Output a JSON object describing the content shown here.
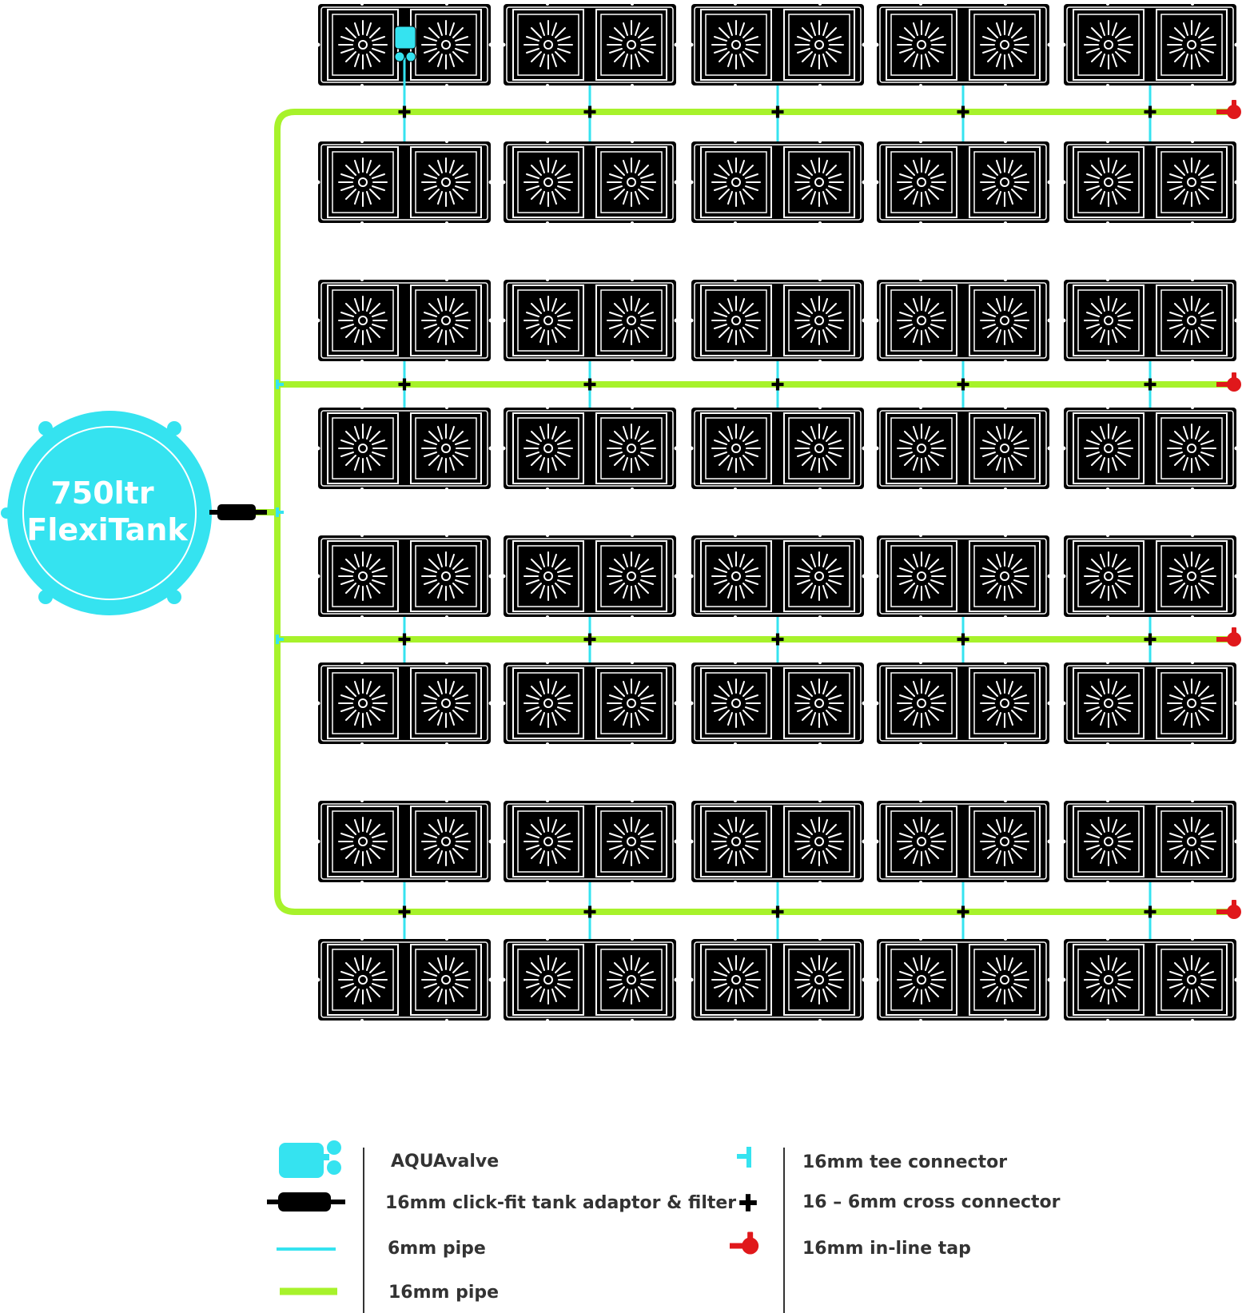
{
  "tank": {
    "label_line1": "750ltr",
    "label_line2": "FlexiTank"
  },
  "layout": {
    "pot_rows": 8,
    "pot_cols": 5,
    "branch_lines": 4
  },
  "colors": {
    "pipe_16mm": "#a7f22b",
    "pipe_6mm": "#35e3f0",
    "tank": "#35e3f0",
    "tap": "#e0181b",
    "connector": "#000000",
    "pot": "#000000"
  },
  "legend": [
    {
      "icon": "aquavalve-icon",
      "label": "AQUAvalve"
    },
    {
      "icon": "tank-adaptor-filter-icon",
      "label": "16mm click-fit tank adaptor & filter"
    },
    {
      "icon": "pipe-6mm-icon",
      "label": "6mm pipe"
    },
    {
      "icon": "pipe-16mm-icon",
      "label": "16mm pipe"
    },
    {
      "icon": "tee-connector-icon",
      "label": "16mm tee connector"
    },
    {
      "icon": "cross-connector-icon",
      "label": "16 – 6mm cross connector"
    },
    {
      "icon": "inline-tap-icon",
      "label": "16mm in-line tap"
    }
  ]
}
